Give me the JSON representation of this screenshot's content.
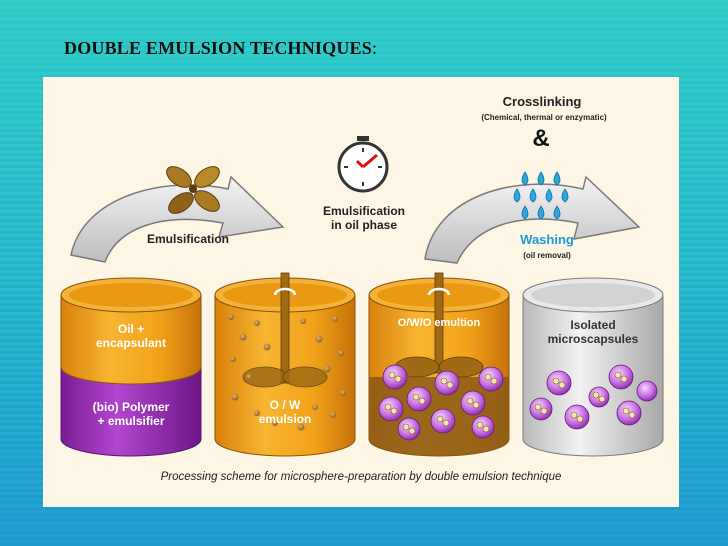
{
  "slide": {
    "title": "DOUBLE EMULSION TECHNIQUES",
    "title_colon": ":"
  },
  "diagram": {
    "step1_label": "Emulsification",
    "step2_label_line1": "Emulsification",
    "step2_label_line2": "in oil phase",
    "step3_label": "Crosslinking",
    "step3_sublabel": "(Chemical, thermal or enzymatic)",
    "ampersand": "&",
    "step3b_label": "Washing",
    "step3b_sublabel": "(oil removal)",
    "vessel1_top_line1": "Oil +",
    "vessel1_top_line2": "encapsulant",
    "vessel1_bottom_line1": "(bio) Polymer",
    "vessel1_bottom_line2": "+ emulsifier",
    "vessel2_line1": "O / W",
    "vessel2_line2": "emulsion",
    "vessel3_label": "O/W/O emultion",
    "vessel4_line1": "Isolated",
    "vessel4_line2": "microscapsules",
    "caption": "Processing scheme for microsphere-preparation by double emulsion technique"
  },
  "colors": {
    "orange": "#f2a21a",
    "purple": "#9b2fb5",
    "gray": "#d8d8d8",
    "wash_blue": "#1e9ad6"
  }
}
